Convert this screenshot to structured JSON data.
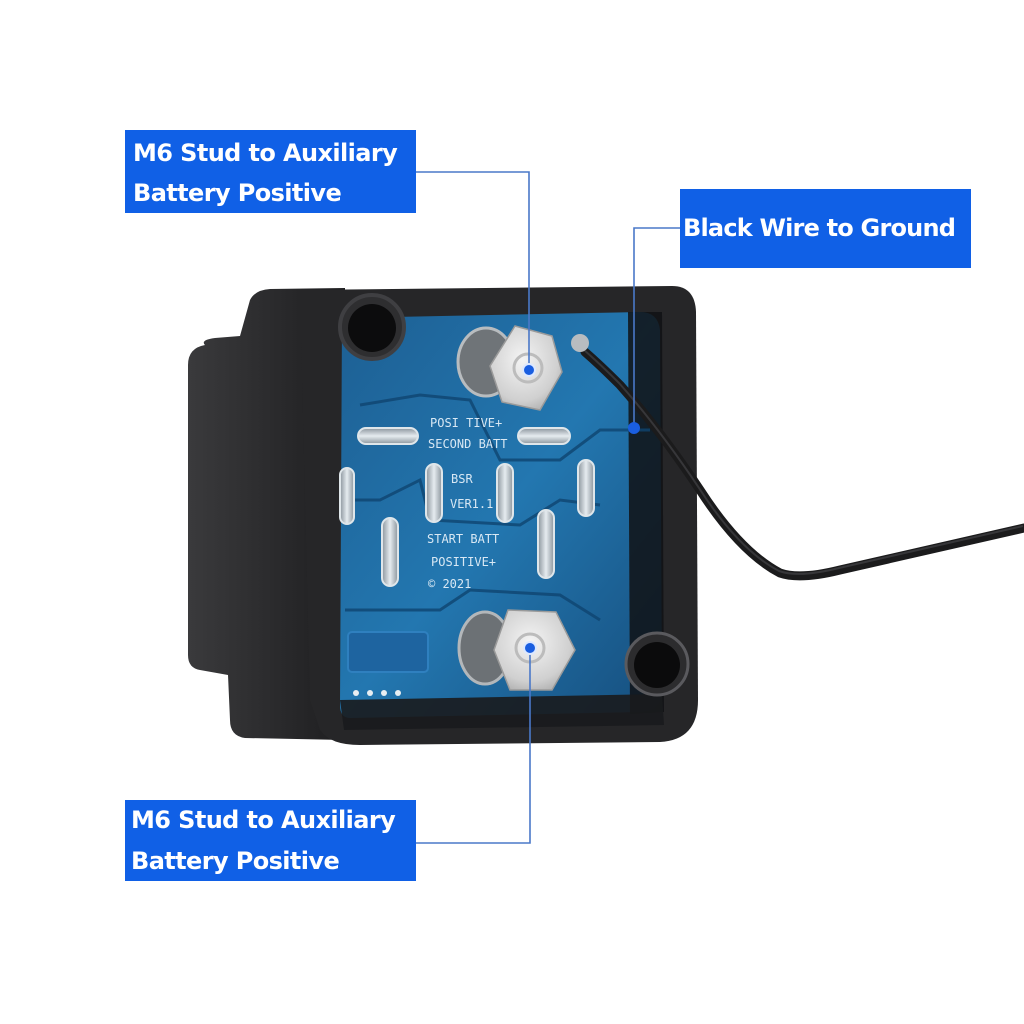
{
  "diagram": {
    "subject": "Battery isolator relay (BSR) with open housing showing PCB",
    "callouts": [
      {
        "id": "top-stud",
        "lines": [
          "M6 Stud to Auxiliary",
          "Battery Positive"
        ]
      },
      {
        "id": "ground-wire",
        "lines": [
          "Black Wire to Ground"
        ]
      },
      {
        "id": "bottom-stud",
        "lines": [
          "M6 Stud to Auxiliary",
          "Battery Positive"
        ]
      }
    ],
    "pcb_markings": {
      "top_line1": "POSI TIVE+",
      "top_line2": "SECOND BATT",
      "model": "BSR",
      "version": "VER1.1",
      "bottom_line1": "START BATT",
      "bottom_line2": "POSITIVE+",
      "copyright": "© 2021"
    },
    "colors": {
      "callout_bg": "#1060e6",
      "callout_text": "#ffffff",
      "leader_line": "#4a78c8",
      "marker_dot": "#1a5ee0",
      "housing": "#2a2a2c",
      "pcb": "#1f6fa8"
    }
  }
}
